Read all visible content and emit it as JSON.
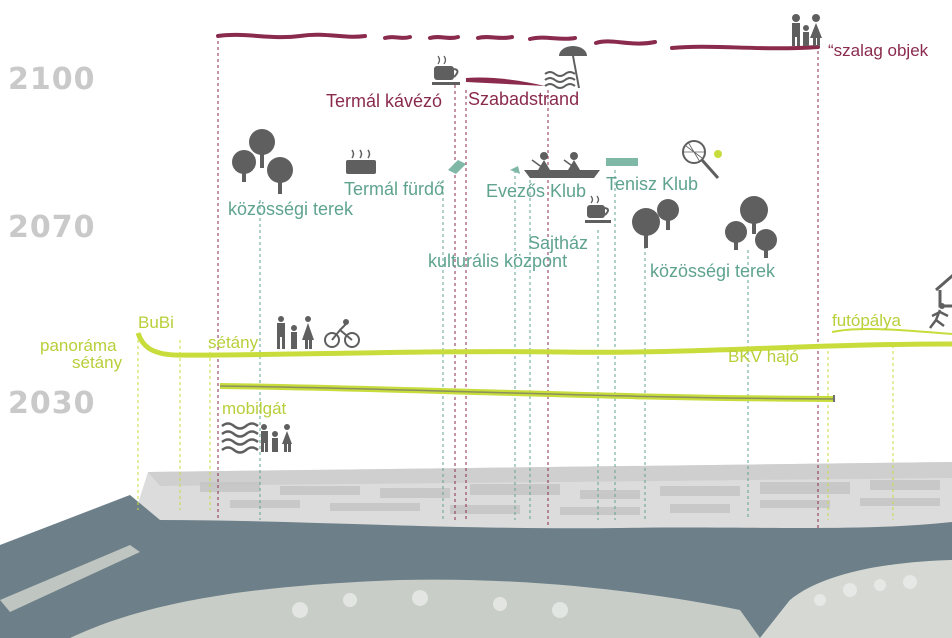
{
  "years": {
    "y2100": "2100",
    "y2070": "2070",
    "y2030": "2030"
  },
  "labels_2100": {
    "termal_kavezo": "Termál kávézó",
    "szabadstrand": "Szabadstrand",
    "szalag": "“szalag objek"
  },
  "labels_2070": {
    "kozossegi_terek_left": "közösségi terek",
    "termal_furdo": "Termál fürdő",
    "evezos_klub": "Evezős Klub",
    "tenisz_klub": "Tenisz Klub",
    "sajthaz": "Sajtház",
    "kulturalis_kozpont": "kulturális központ",
    "kozossegi_terek_right": "közösségi terek"
  },
  "labels_2030": {
    "panorama": "panoráma",
    "setany_left": "sétány",
    "bubi": "BuBi",
    "setany": "sétány",
    "bkv_hajo": "BKV hajó",
    "futopalya": "futópálya",
    "mobilgat": "mobilgát"
  },
  "colors": {
    "maroon": "#8a2b4d",
    "teal": "#5fa38f",
    "lime": "#c8dc3c",
    "year_gray": "#c9c9c9",
    "icon_gray": "#5f5f5f",
    "river": "#6d7f88",
    "city": "#dcdcdc"
  },
  "icons": [
    "trees-icon",
    "spa-bath-icon",
    "coffee-cup-icon",
    "beach-umbrella-icon",
    "rowing-boat-icon",
    "tennis-racket-icon",
    "family-icon",
    "cyclist-icon",
    "waves-icon",
    "runner-icon",
    "house-icon"
  ]
}
